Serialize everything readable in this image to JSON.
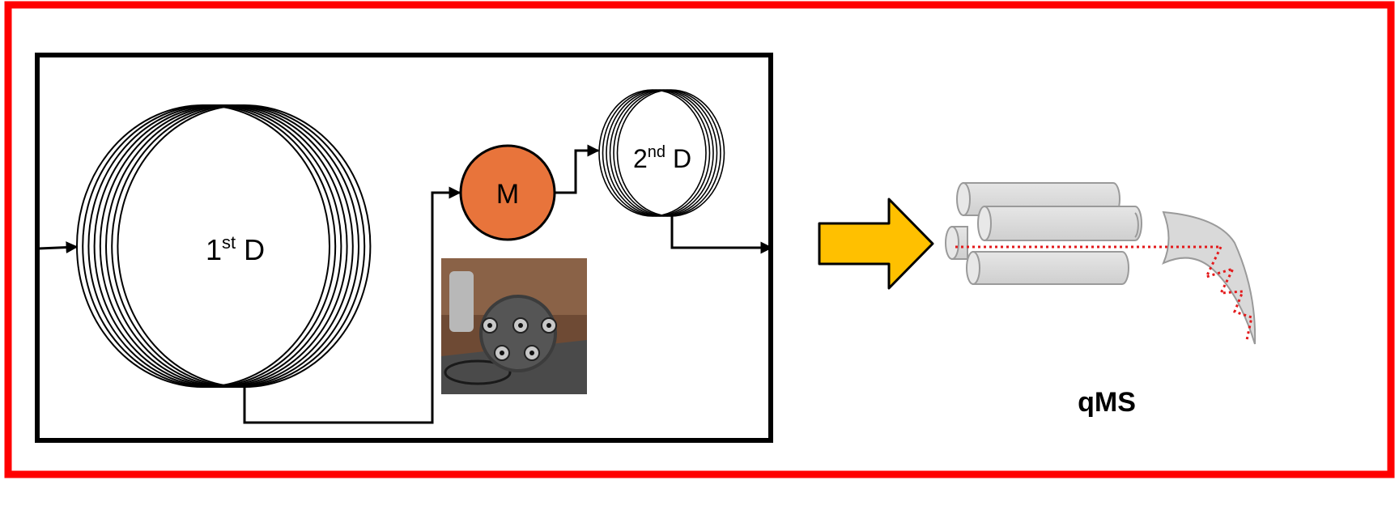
{
  "labels": {
    "first_dim": {
      "main": "1",
      "sup": "st",
      "suffix": " D"
    },
    "second_dim": {
      "main": "2",
      "sup": "nd",
      "suffix": " D"
    },
    "modulator": "M",
    "detector": "qMS"
  },
  "colors": {
    "frame": "#ff0000",
    "box": "#000000",
    "modulator_fill": "#e8743b",
    "arrow_fill": "#ffc000",
    "quad_rod": "#d9d9d9",
    "detector_horn": "#d9d9d9",
    "ion_path": "#e31a1c"
  },
  "icons": [
    "column-coil-icon",
    "modulator-photo",
    "transfer-arrow-icon",
    "quadrupole-rods-icon",
    "electron-multiplier-icon"
  ]
}
